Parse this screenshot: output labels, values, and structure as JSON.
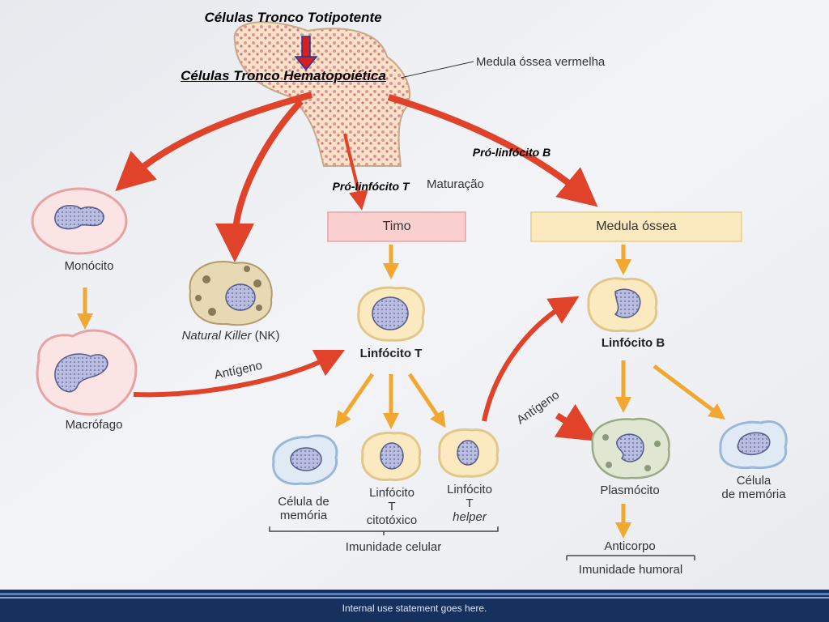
{
  "title": "Células Tronco Totipotente",
  "subtitle": "Células Tronco Hematopoiética",
  "bone_label": "Medula óssea vermelha",
  "pro_b": "Pró-linfócito B",
  "pro_t": "Pró-linfócito T",
  "maturation": "Maturação",
  "boxes": {
    "thymus": "Timo",
    "bone_marrow": "Medula óssea"
  },
  "cells": {
    "monocyte": "Monócito",
    "nk_italic": "Natural Killer",
    "nk_suffix": " (NK)",
    "macrophage": "Macrófago",
    "t_lymphocyte": "Linfócito T",
    "b_lymphocyte": "Linfócito B",
    "t_memory_l1": "Célula de",
    "t_memory_l2": "memória",
    "t_cyto_l1": "Linfócito",
    "t_cyto_l2": "T",
    "t_cyto_l3": "citotóxico",
    "t_helper_l1": "Linfócito",
    "t_helper_l2": "T",
    "t_helper_l3": "helper",
    "plasmocyte": "Plasmócito",
    "b_memory_l1": "Célula",
    "b_memory_l2": "de memória"
  },
  "antigen_1": "Antígeno",
  "antigen_2": "Antígeno",
  "antibody": "Anticorpo",
  "cellular_immunity": "Imunidade celular",
  "humoral_immunity": "Imunidade humoral",
  "footer": "Internal use statement goes here.",
  "colors": {
    "red_arrow": "#e0432a",
    "orange_arrow": "#f0a830",
    "thymus_box": "#f9cfcf",
    "marrow_box": "#fbeabf",
    "footer": "#17315f"
  }
}
